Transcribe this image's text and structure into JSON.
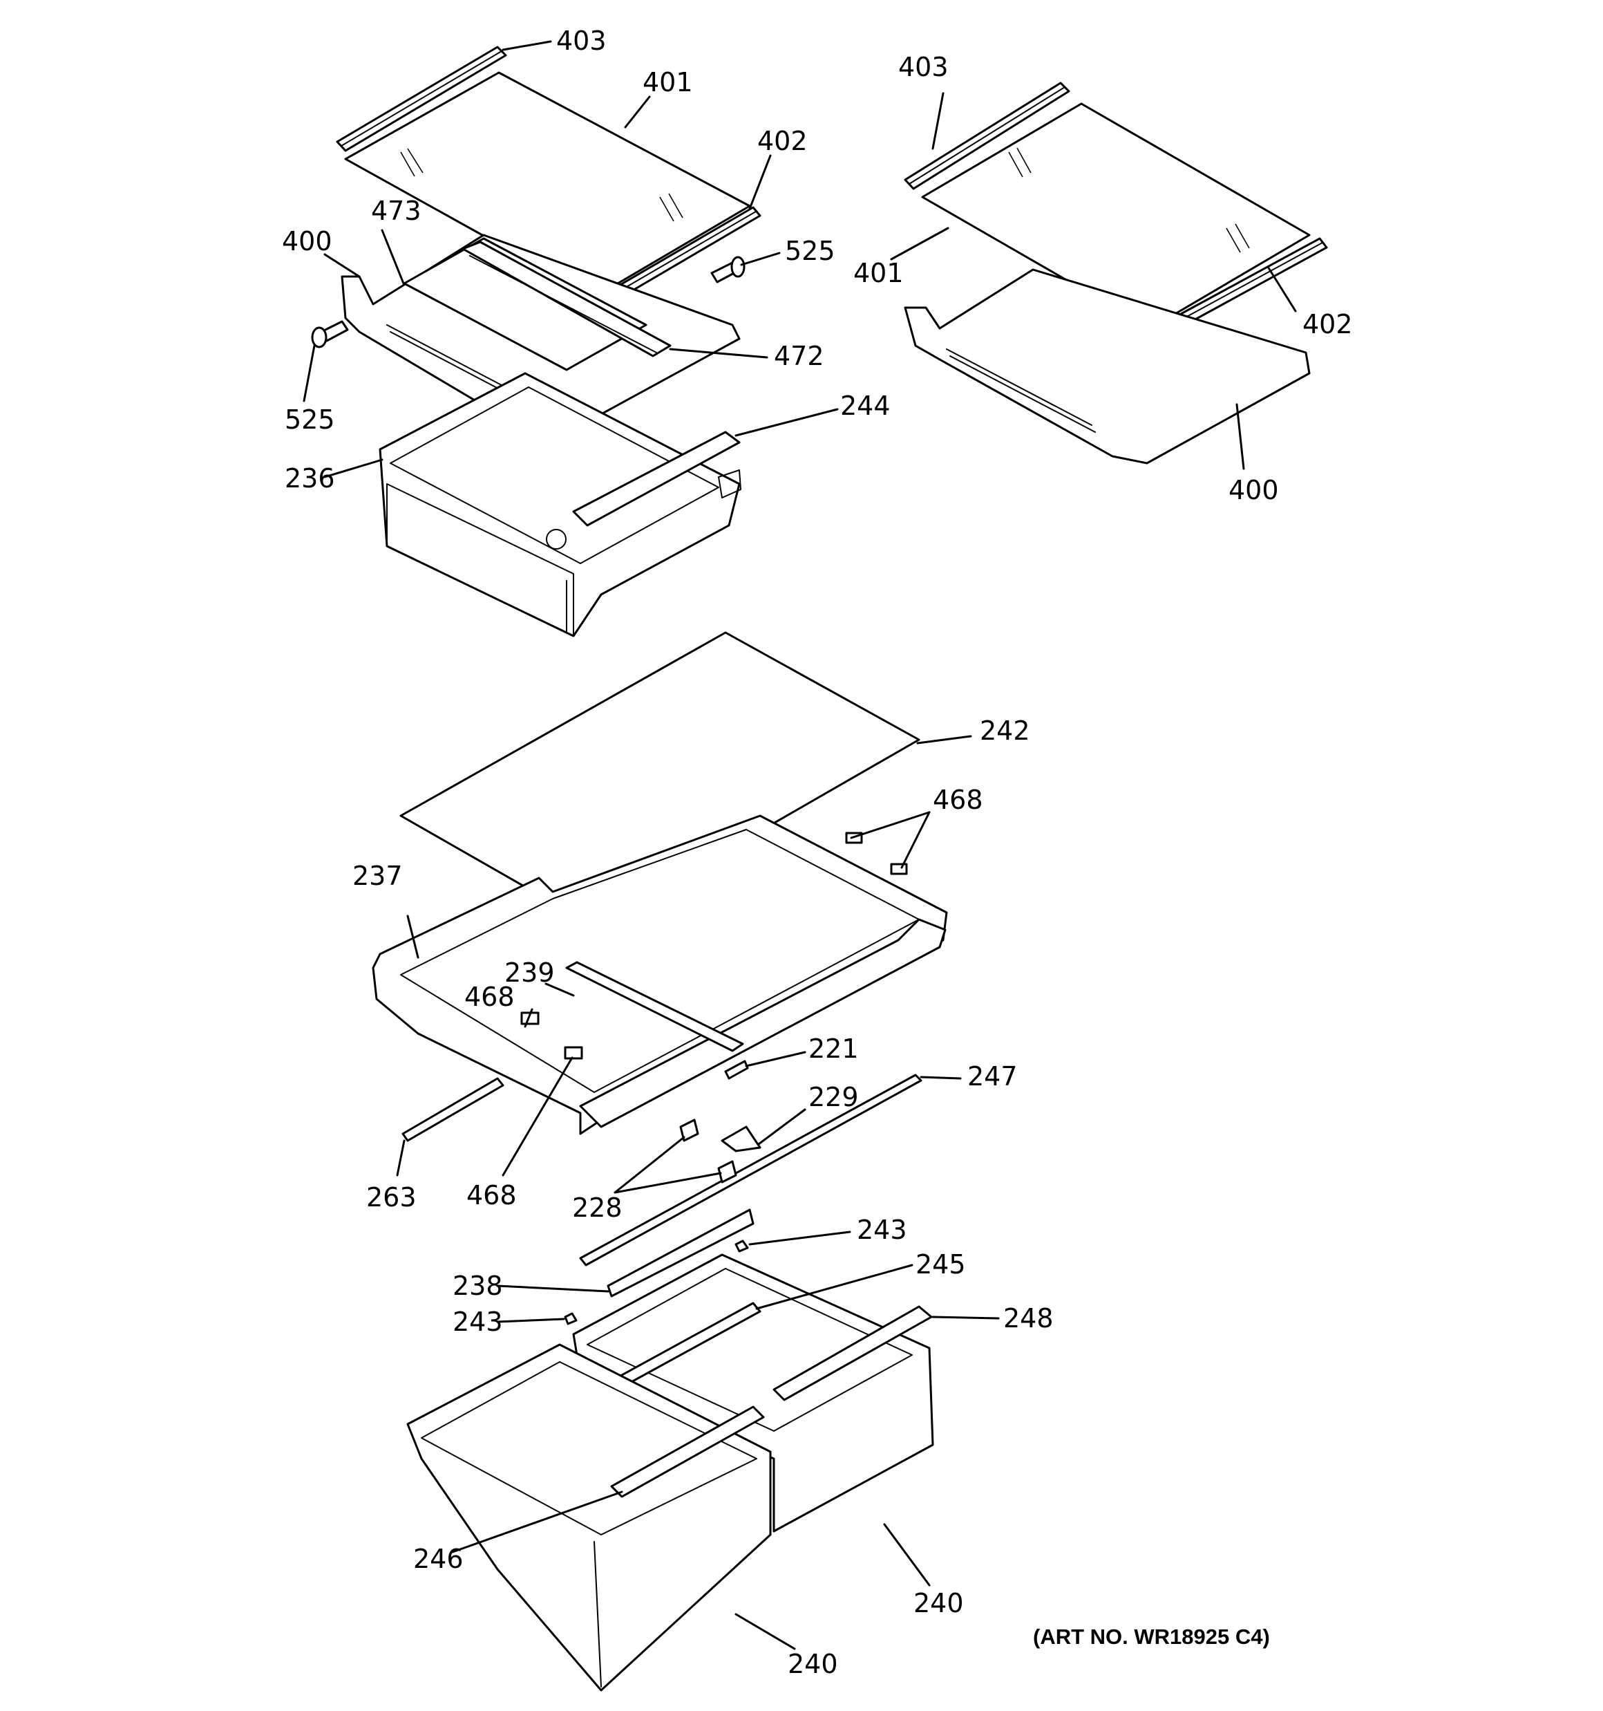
{
  "diagram": {
    "art_number": "(ART NO. WR18925 C4)",
    "callouts": {
      "l_403": "403",
      "l_401": "401",
      "l_402": "402",
      "l_473": "473",
      "l_400": "400",
      "l_525a": "525",
      "l_525b": "525",
      "l_472": "472",
      "l_244": "244",
      "l_236": "236",
      "r_403": "403",
      "r_401": "401",
      "r_402": "402",
      "r_400": "400",
      "c_242": "242",
      "c_468a": "468",
      "c_237": "237",
      "c_239": "239",
      "c_468b": "468",
      "c_221": "221",
      "c_247": "247",
      "c_229": "229",
      "c_263": "263",
      "c_468c": "468",
      "c_228": "228",
      "c_243a": "243",
      "c_245": "245",
      "c_238": "238",
      "c_248": "248",
      "c_243b": "243",
      "c_246": "246",
      "c_240a": "240",
      "c_240b": "240"
    }
  }
}
